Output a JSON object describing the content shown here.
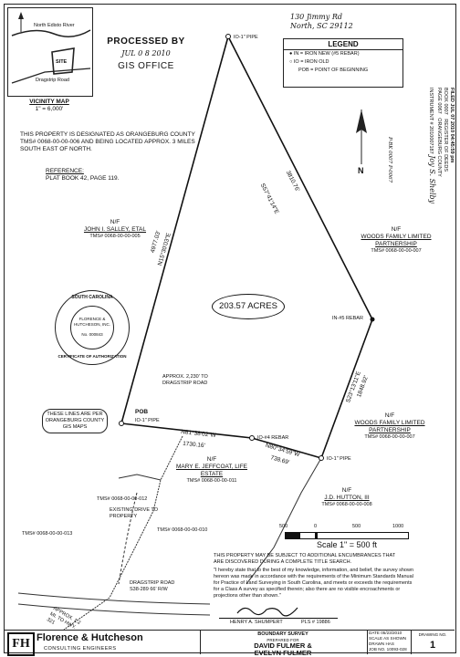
{
  "handwritten_address": [
    "130 Jimmy Rd",
    "North, SC 29112"
  ],
  "vicinity_map": {
    "river": "North Edisto River",
    "site": "SITE",
    "road": "Dragstrip Road",
    "title": "VICINITY MAP",
    "scale": "1\" = 6,000'"
  },
  "stamp": {
    "line1": "PROCESSED BY",
    "date": "JUL 0 8 2010",
    "line3": "GIS OFFICE"
  },
  "legend": {
    "title": "LEGEND",
    "items": [
      {
        "symbol": "●",
        "text": "IN = IRON NEW (#5 REBAR)"
      },
      {
        "symbol": "○",
        "text": "IO = IRON OLD"
      },
      {
        "symbol": "",
        "text": "POB = POINT OF BEGINNING"
      }
    ]
  },
  "note_property": "THIS PROPERTY IS DESIGNATED AS ORANGEBURG COUNTY TMS# 0068-00-00-006 AND BEING LOCATED APPROX. 3 MILES SOUTH EAST OF NORTH.",
  "reference": {
    "title": "REFERENCE:",
    "text": "PLAT BOOK 42, PAGE 119."
  },
  "recording": {
    "filed": "FILED",
    "date": "JUL 07 2010",
    "time": "04:45:59 pm",
    "book_label": "BOOK",
    "book": "0007",
    "page_label": "PAGE",
    "page": "0067",
    "instrument_label": "INSTRUMENT #",
    "instrument": "2010007187",
    "register": "REGISTER OF DEEDS",
    "county": "ORANGEBURG COUNTY",
    "signature": "Joy S. Shelby",
    "vertical_ref": "P-BK 0007 P-0067"
  },
  "north_arrow": "N",
  "courses": {
    "east_top": "S57°41'14\"E",
    "east_top_dist": "3810.76'",
    "west": "N15°30'03\"E",
    "west_dist": "4977.03'",
    "east_low": "S23°13'11\"E",
    "east_low_dist": "1848.92'",
    "south1": "N81°38'02\"W",
    "south1_dist": "1730.16'",
    "south2": "N80°34'59\"W",
    "south2_dist": "738.69'"
  },
  "points": {
    "top": "IO-1\" PIPE",
    "pob_label": "POB",
    "pob": "IO-1\" PIPE",
    "rebar_east": "IN-#5 REBAR",
    "rebar_south": "IO-#4 REBAR",
    "pipe_se": "IO-1\" PIPE"
  },
  "acreage": "203.57 ACRES",
  "owners": {
    "salley": {
      "nf": "N/F",
      "name": "JOHN I. SALLEY, ETAL",
      "tms": "TMS# 0068-00-00-005"
    },
    "woods1": {
      "nf": "N/F",
      "name": "WOODS FAMILY LIMITED PARTNERSHIP",
      "tms": "TMS# 0068-00-00-007"
    },
    "woods2": {
      "nf": "N/F",
      "name": "WOODS FAMILY LIMITED PARTNERSHIP",
      "tms": "TMS# 0068-00-00-007"
    },
    "jeffcoat": {
      "nf": "N/F",
      "name": "MARY E. JEFFCOAT, LIFE ESTATE",
      "tms": "TMS# 0068-00-00-011"
    },
    "hutton": {
      "nf": "N/F",
      "name": "J.D. HUTTON, III",
      "tms": "TMS# 0068-00-00-008"
    }
  },
  "seal": {
    "ring_top": "SOUTH CAROLINA",
    "ring_bottom": "CERTIFICATE OF AUTHORIZATION",
    "name": "FLORENCE & HUTCHESON, INC.",
    "no": "No. 000843"
  },
  "approx_note": "APPROX. 2,230' TO DRAGSTRIP ROAD",
  "gis_note": "THESE LINES ARE PER ORANGEBURG COUNTY GIS MAPS",
  "tms_labels": {
    "t012": "TMS# 0068-00-00-012",
    "t013": "TMS# 0068-00-00-013",
    "t010": "TMS# 0068-00-00-010"
  },
  "existing_drive": "EXISTING DRIVE TO PROPERTY",
  "dragstrip_road": [
    "DRAGSTRIP ROAD",
    "S38-289 66' R/W"
  ],
  "approx_hwy": "APPROX. 1.2 MI. TO HWY. 321",
  "scale_bar": {
    "ticks": [
      "500",
      "0",
      "500",
      "1000"
    ],
    "label": "Scale 1\" = 500 ft"
  },
  "encumbrance_note": "THIS PROPERTY MAY BE SUBJECT TO ADDITIONAL ENCUMBRANCES THAT ARE DISCOVERED DURING A COMPLETE TITLE SEARCH.",
  "certification": "\"I hereby state that to the best of my knowledge, information, and belief, the survey shown hereon was made in accordance with the requirements of the Minimum Standards Manual for Practice of Land Surveying in South Carolina, and meets or exceeds the requirements for a Class A survey as specified therein; also there are no visible encroachments or projections other than shown.\"",
  "surveyor": "HENRY A. SHUMPERT",
  "pls": "PLS # 19886",
  "company": {
    "name": "Florence & Hutcheson",
    "tagline": "CONSULTING ENGINEERS"
  },
  "title_block": {
    "title": "BOUNDARY SURVEY",
    "prepared": "PREPARED FOR",
    "client1": "DAVID FULMER &",
    "client2": "EVELYN FULMER"
  },
  "info_block": {
    "date_label": "DATE",
    "date": "05/23/2010",
    "scale_label": "SCALE",
    "scale": "AS SHOWN",
    "drawn_label": "DRAWN",
    "drawn": "HAS",
    "job_label": "JOB NO.",
    "job": "10093-028",
    "drawing_label": "DRAWING NO.",
    "drawing": "1"
  }
}
